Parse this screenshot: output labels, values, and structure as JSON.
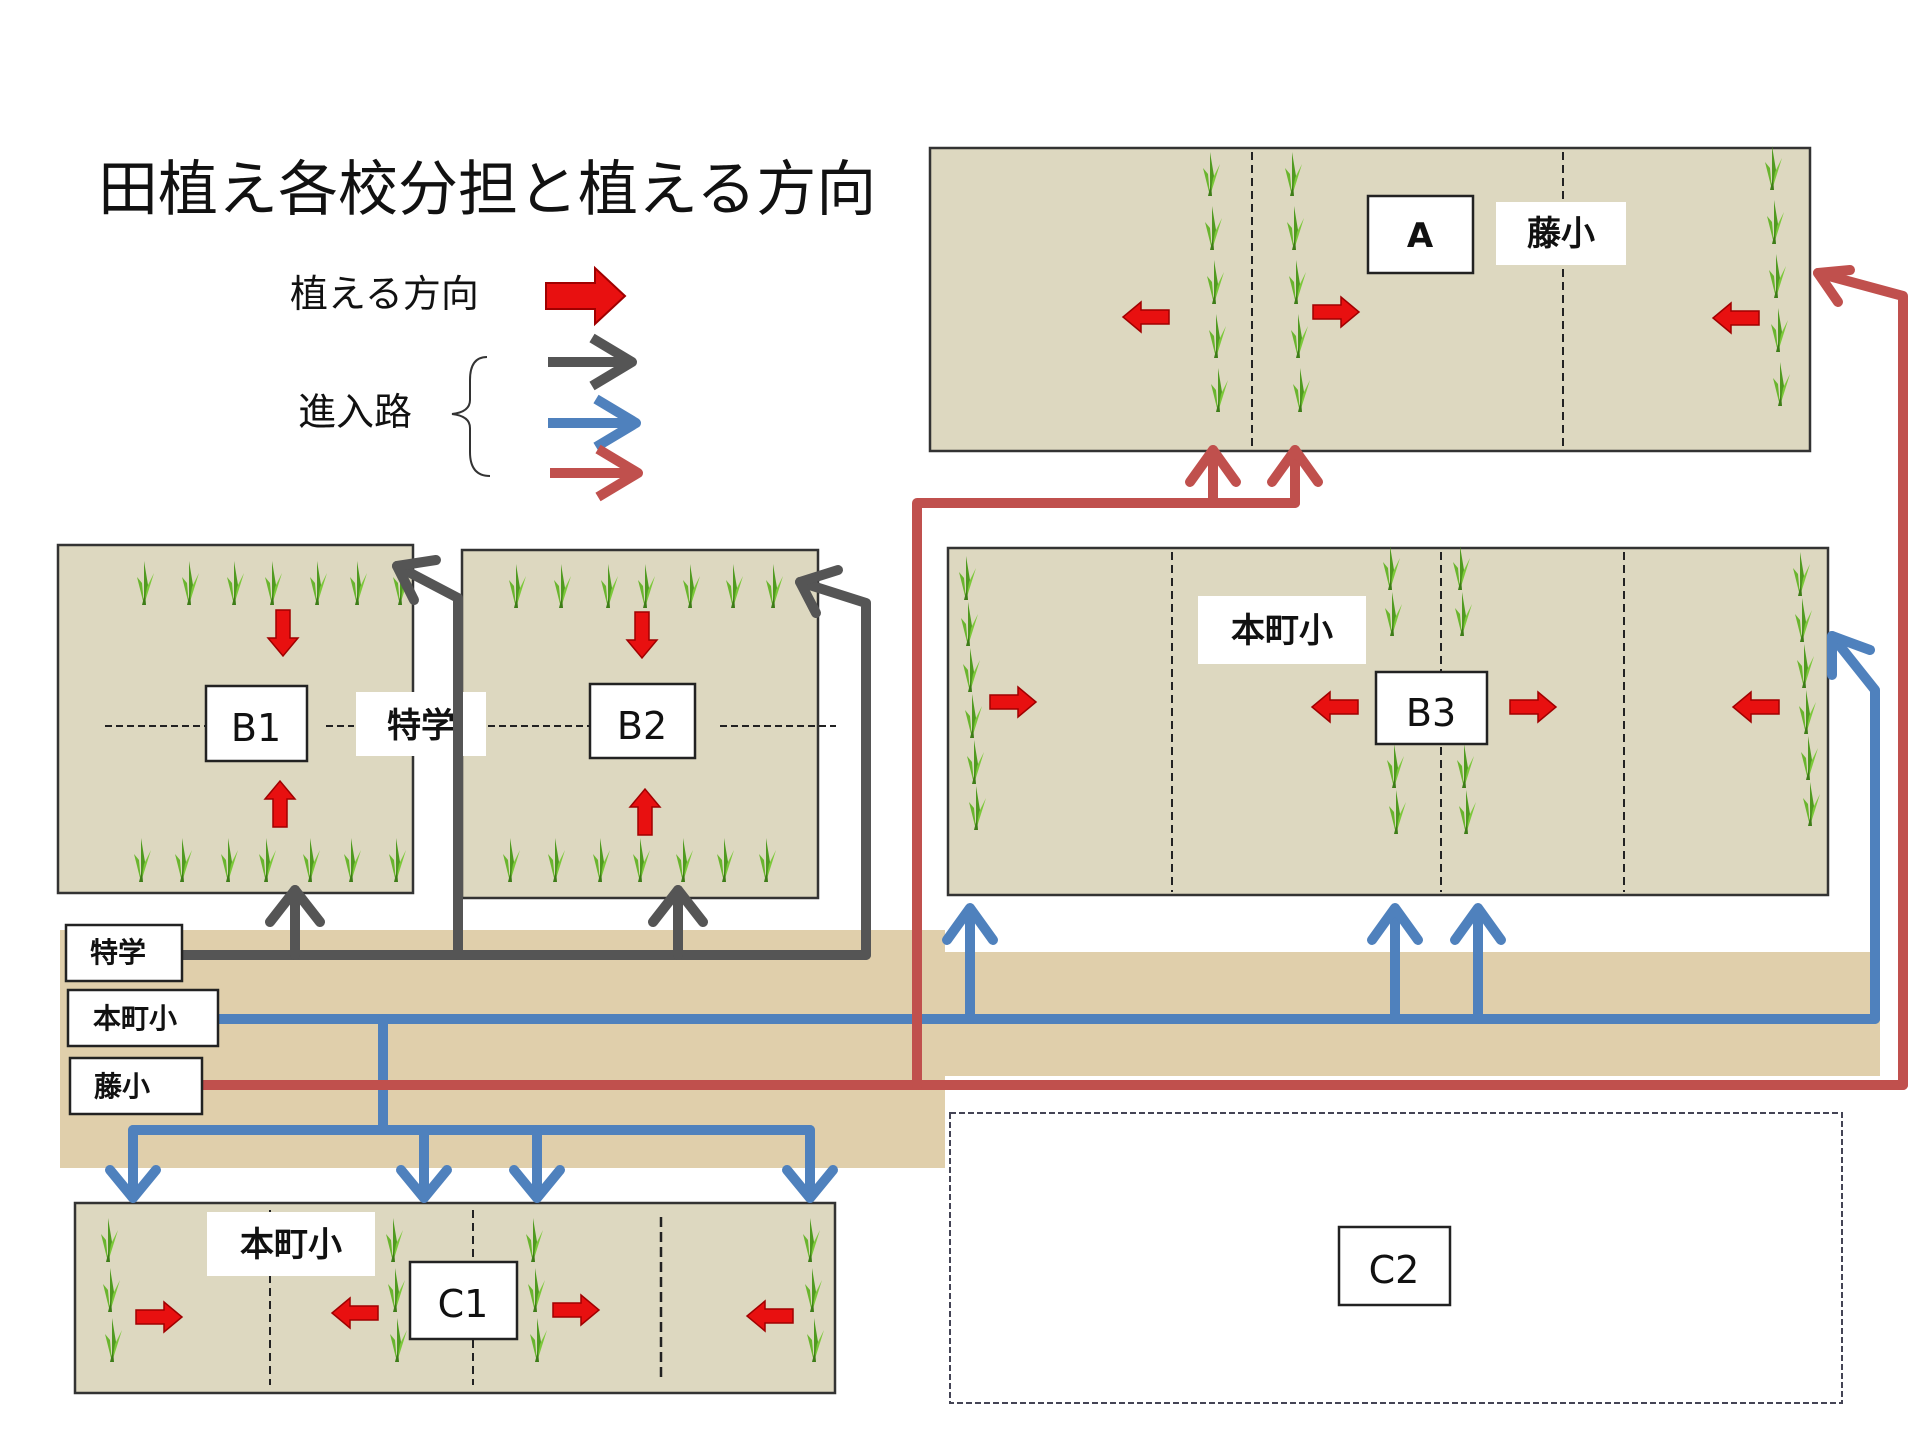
{
  "title": "田植え各校分担と植える方向",
  "legend": {
    "plant_direction_label": "植える方向",
    "route_label": "進入路"
  },
  "plots": {
    "A": "A",
    "B1": "B1",
    "B2": "B2",
    "B3": "B3",
    "C1": "C1",
    "C2": "C2"
  },
  "school_labels": {
    "a_school": "藤小",
    "b12_school": "特学",
    "b3_school": "本町小",
    "c1_school": "本町小"
  },
  "route_tags": {
    "tokugaku": "特学",
    "honmachi": "本町小",
    "fuji": "藤小"
  },
  "colors": {
    "field": "#ddd8c0",
    "path": "#e0cfab",
    "plant_arrow": "#e81010",
    "route_gray": "#555555",
    "route_blue": "#4f81bd",
    "route_red": "#c0504d",
    "rice": "#6ab52e"
  },
  "icons": {
    "plant_arrow": "red-block-arrow-icon",
    "route_arrow": "chevron-arrow-icon",
    "rice": "rice-seedling-icon"
  }
}
